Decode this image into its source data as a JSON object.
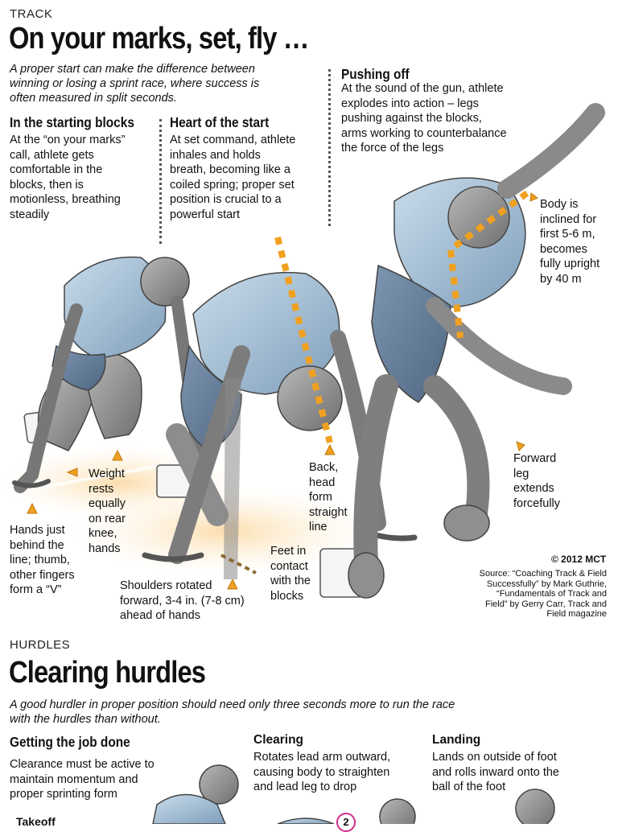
{
  "track": {
    "kicker": "TRACK",
    "headline": "On your marks, set, fly …",
    "dek_lines": [
      "A proper start can make the difference between",
      "winning or losing a sprint race, where success is",
      "often measured in split seconds."
    ],
    "sections": {
      "blocks": {
        "title": "In the starting blocks",
        "lines": [
          "At the “on your marks”",
          "call, athlete gets",
          "comfortable in the",
          "blocks, then is",
          "motionless, breathing",
          "steadily"
        ]
      },
      "heart": {
        "title": "Heart of the start",
        "lines": [
          "At set command, athlete",
          "inhales and holds",
          "breath, becoming like a",
          "coiled spring; proper set",
          "position is crucial to a",
          "powerful start"
        ]
      },
      "pushing": {
        "title": "Pushing off",
        "lines": [
          "At the sound of the gun, athlete",
          "explodes into action – legs",
          "pushing against the blocks,",
          "arms working to counterbalance",
          "the force of the legs"
        ]
      }
    },
    "labels": {
      "body_inclined": [
        "Body is",
        "inclined for",
        "first 5-6 m,",
        "becomes",
        "fully upright",
        "by 40 m"
      ],
      "weight": [
        "Weight",
        "rests",
        "equally",
        "on rear",
        "knee,",
        "hands"
      ],
      "back_head": [
        "Back,",
        "head",
        "form",
        "straight",
        "line"
      ],
      "forward_leg": [
        "Forward",
        "leg",
        "extends",
        "forcefully"
      ],
      "hands_behind": [
        "Hands just",
        "behind the",
        "line; thumb,",
        "other fingers",
        "form a “V”"
      ],
      "feet_contact": [
        "Feet in",
        "contact",
        "with the",
        "blocks"
      ],
      "shoulders": [
        "Shoulders rotated",
        "forward, 3-4 in. (7-8 cm)",
        "ahead of hands"
      ]
    },
    "credit": "© 2012 MCT",
    "source_lines": [
      "Source: “Coaching Track & Field",
      "Successfully” by Mark Guthrie,",
      "“Fundamentals of Track and",
      "Field” by Gerry Carr, Track and",
      "Field magazine"
    ]
  },
  "hurdles": {
    "kicker": "HURDLES",
    "headline": "Clearing hurdles",
    "dek_lines": [
      "A good hurdler in proper position should need only three seconds more to run the race",
      "with the hurdles than without."
    ],
    "job": {
      "title": "Getting the job done",
      "lines": [
        "Clearance must be active to",
        "maintain momentum and",
        "proper sprinting form"
      ]
    },
    "clearing": {
      "title": "Clearing",
      "lines": [
        "Rotates lead arm outward,",
        "causing body to straighten",
        "and lead leg to drop"
      ]
    },
    "landing": {
      "title": "Landing",
      "lines": [
        "Lands on outside of foot",
        "and rolls inward onto the",
        "ball of the foot"
      ]
    },
    "takeoff": "Takeoff",
    "step_badge": "2"
  },
  "colors": {
    "accent": "#f2a93b",
    "figure": "#9a9a9a",
    "shirt": "#a9c6df",
    "dash": "#f0a020"
  }
}
